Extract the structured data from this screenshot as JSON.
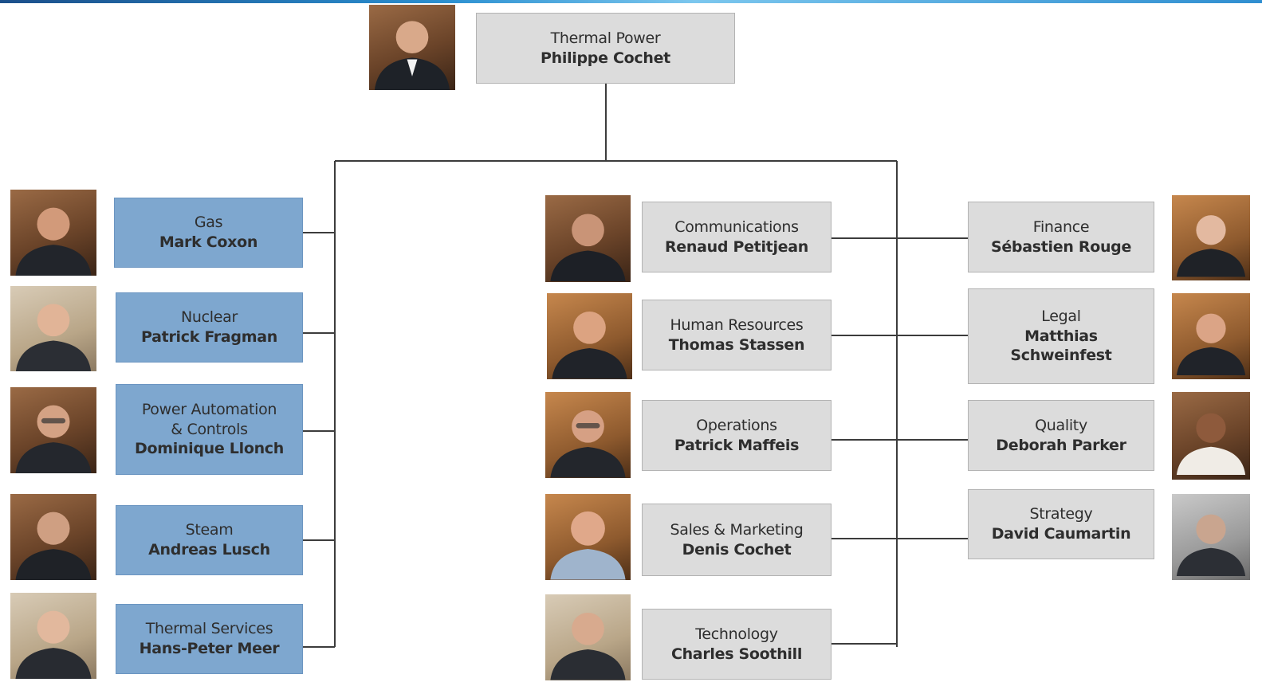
{
  "chart": {
    "head": {
      "department": "Thermal Power",
      "name": "Philippe Cochet"
    },
    "left_units": [
      {
        "department": "Gas",
        "name": "Mark Coxon"
      },
      {
        "department": "Nuclear",
        "name": "Patrick Fragman"
      },
      {
        "department": "Power Automation\n& Controls",
        "name": "Dominique Llonch"
      },
      {
        "department": "Steam",
        "name": "Andreas Lusch"
      },
      {
        "department": "Thermal Services",
        "name": "Hans-Peter Meer"
      }
    ],
    "center_functions": [
      {
        "department": "Communications",
        "name": "Renaud Petitjean"
      },
      {
        "department": "Human Resources",
        "name": "Thomas Stassen"
      },
      {
        "department": "Operations",
        "name": "Patrick Maffeis"
      },
      {
        "department": "Sales & Marketing",
        "name": "Denis Cochet"
      },
      {
        "department": "Technology",
        "name": "Charles Soothill"
      }
    ],
    "right_functions": [
      {
        "department": "Finance",
        "name": "Sébastien Rouge"
      },
      {
        "department": "Legal",
        "name": "Matthias\nSchweinfest"
      },
      {
        "department": "Quality",
        "name": "Deborah Parker"
      },
      {
        "department": "Strategy",
        "name": "David Caumartin"
      }
    ]
  },
  "colors": {
    "gray_box": "#dcdcdc",
    "blue_box": "#7ea7cf",
    "connector": "#3c3c3c"
  }
}
